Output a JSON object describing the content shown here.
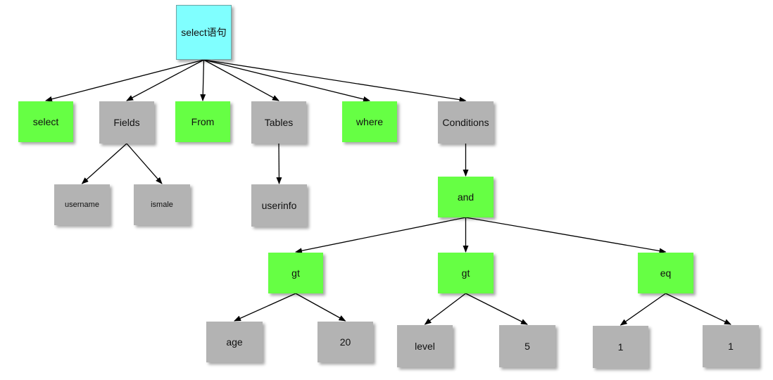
{
  "colors": {
    "root": "#80ffff",
    "keyword": "#66ff44",
    "gray": "#b3b3b3",
    "edge": "#000000"
  },
  "nodes": {
    "root": {
      "label": "select语句"
    },
    "select": {
      "label": "select"
    },
    "fields": {
      "label": "Fields"
    },
    "from": {
      "label": "From"
    },
    "tables": {
      "label": "Tables"
    },
    "where": {
      "label": "where"
    },
    "conditions": {
      "label": "Conditions"
    },
    "username": {
      "label": "username"
    },
    "ismale": {
      "label": "ismale"
    },
    "userinfo": {
      "label": "userinfo"
    },
    "and": {
      "label": "and"
    },
    "gt1": {
      "label": "gt"
    },
    "gt2": {
      "label": "gt"
    },
    "eq": {
      "label": "eq"
    },
    "age": {
      "label": "age"
    },
    "v20": {
      "label": "20"
    },
    "level": {
      "label": "level"
    },
    "v5": {
      "label": "5"
    },
    "one_a": {
      "label": "1"
    },
    "one_b": {
      "label": "1"
    }
  },
  "edges": [
    [
      "root",
      "select"
    ],
    [
      "root",
      "fields"
    ],
    [
      "root",
      "from"
    ],
    [
      "root",
      "tables"
    ],
    [
      "root",
      "where"
    ],
    [
      "root",
      "conditions"
    ],
    [
      "fields",
      "username"
    ],
    [
      "fields",
      "ismale"
    ],
    [
      "tables",
      "userinfo"
    ],
    [
      "conditions",
      "and"
    ],
    [
      "and",
      "gt1"
    ],
    [
      "and",
      "gt2"
    ],
    [
      "and",
      "eq"
    ],
    [
      "gt1",
      "age"
    ],
    [
      "gt1",
      "v20"
    ],
    [
      "gt2",
      "level"
    ],
    [
      "gt2",
      "v5"
    ],
    [
      "eq",
      "one_a"
    ],
    [
      "eq",
      "one_b"
    ]
  ]
}
